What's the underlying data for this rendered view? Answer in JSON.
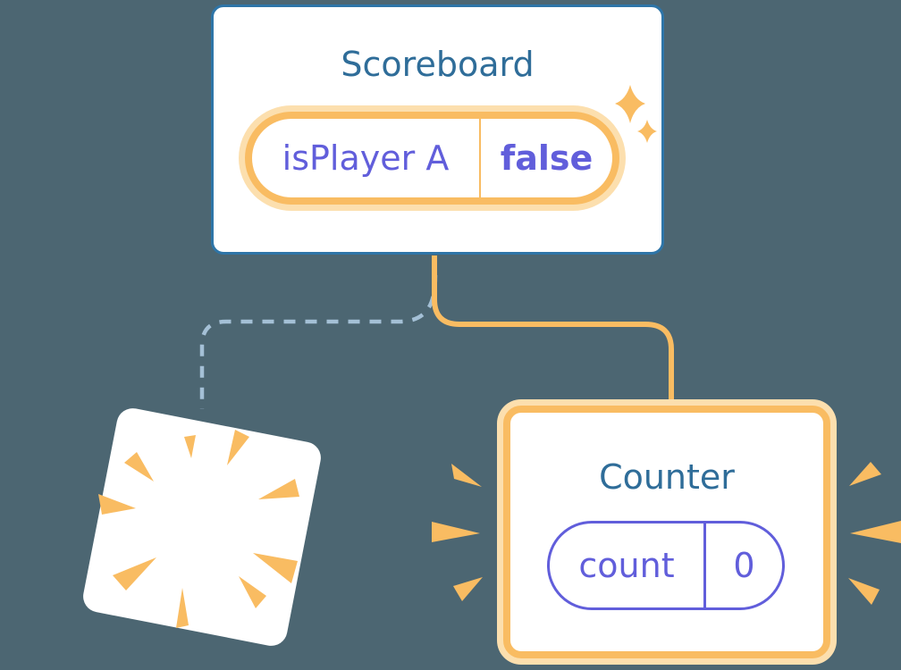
{
  "diagram": {
    "scoreboard": {
      "title": "Scoreboard",
      "state": {
        "key": "isPlayer A",
        "value": "false"
      }
    },
    "counter": {
      "title": "Counter",
      "state": {
        "key": "count",
        "value": "0"
      }
    },
    "icons": [
      "sparkle-large-icon",
      "sparkle-small-icon",
      "poof-explosion-icon",
      "emphasis-rays-left-icon",
      "emphasis-rays-right-icon"
    ],
    "colors": {
      "background": "#4C6672",
      "card-border-blue": "#2E75A8",
      "title-blue": "#2F6D99",
      "highlight-orange": "#F9BC62",
      "highlight-orange-light": "#FCDFAE",
      "state-purple": "#615EDB",
      "dashed-blue": "#A4C0D6"
    }
  }
}
